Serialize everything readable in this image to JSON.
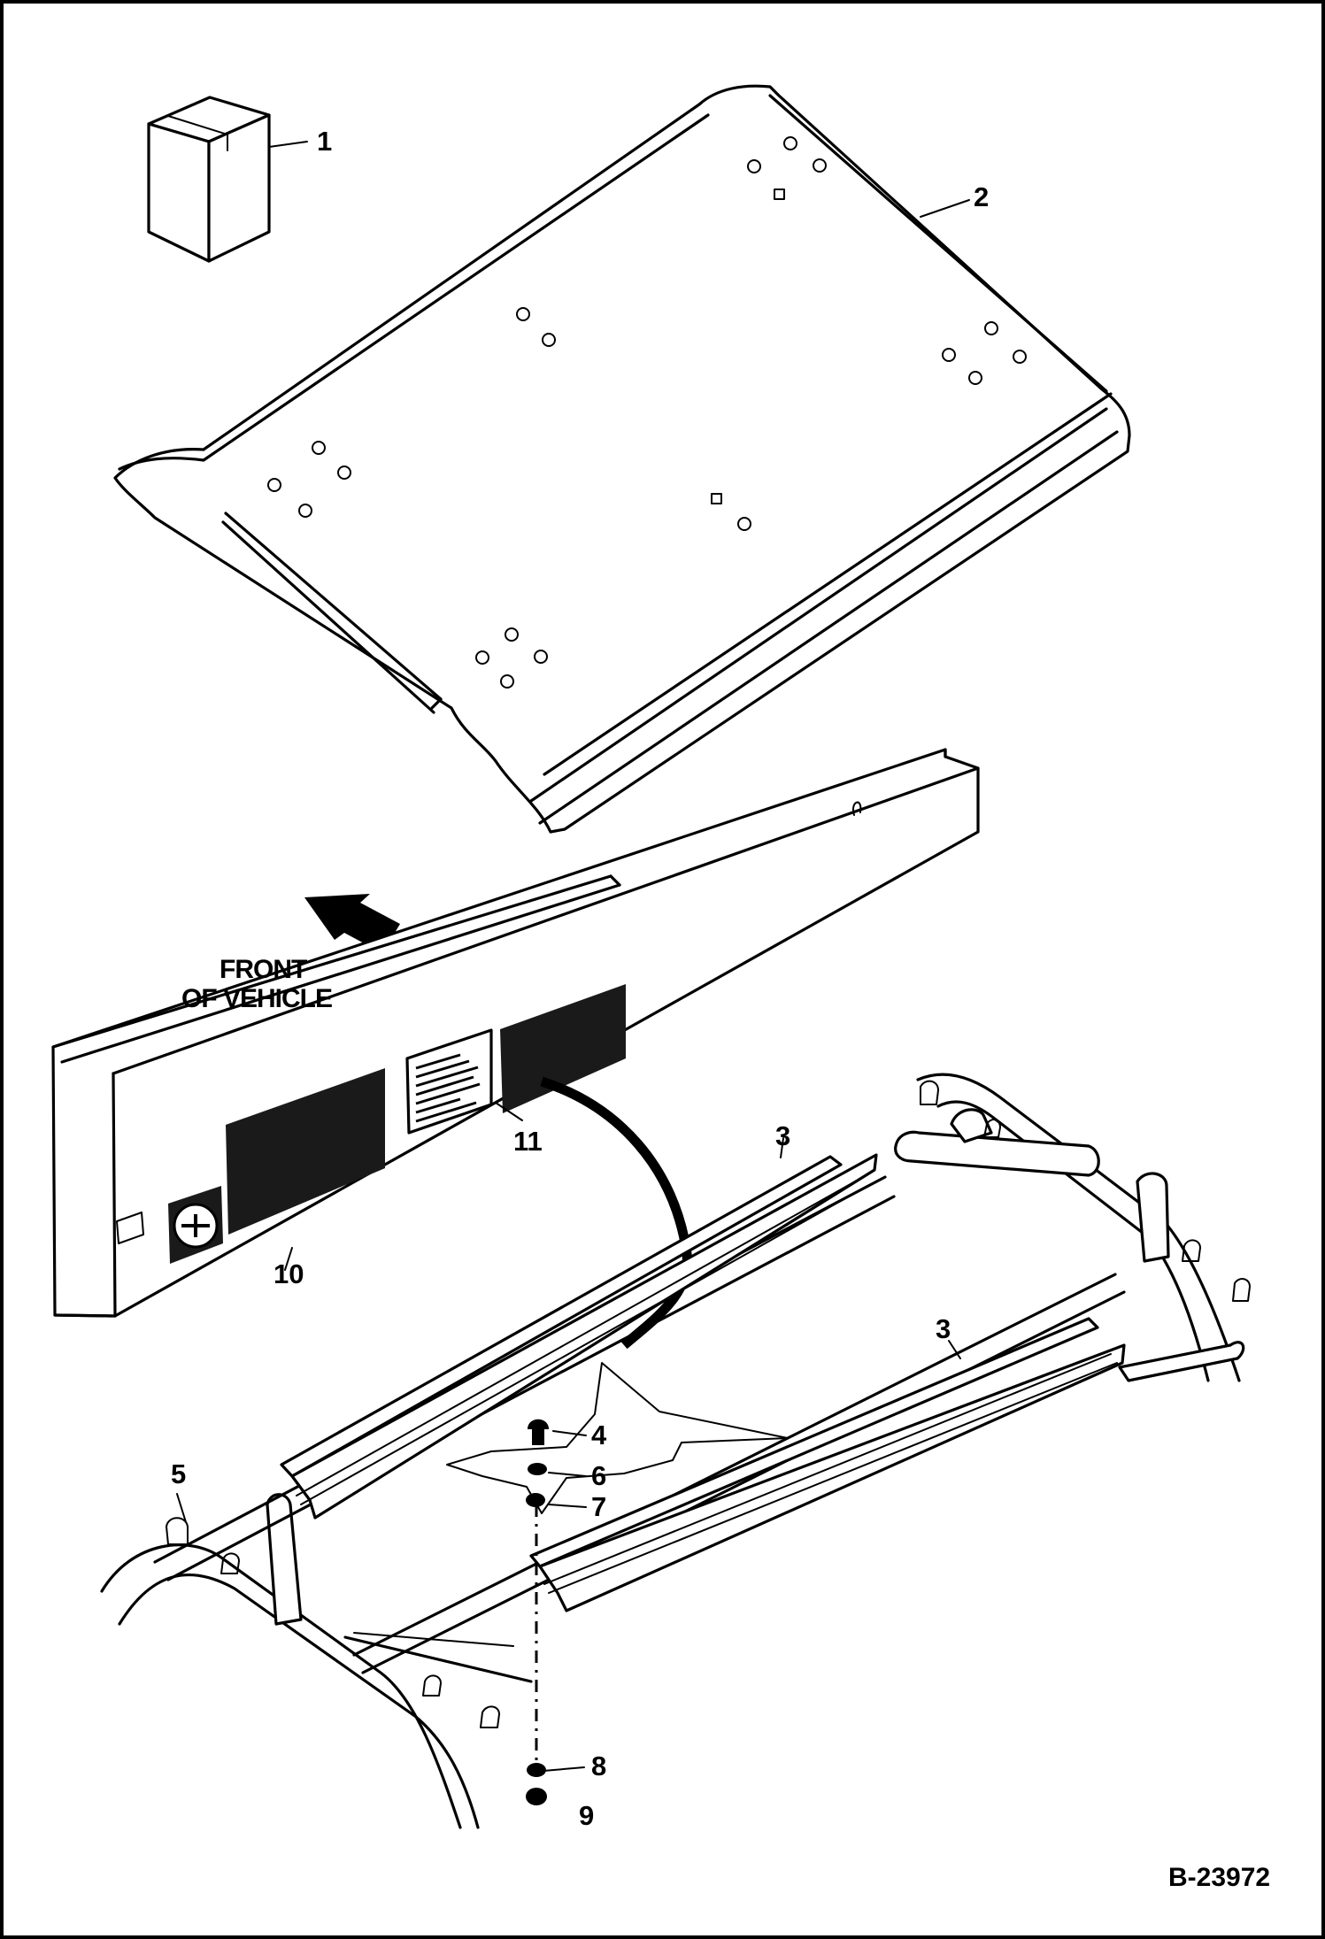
{
  "callouts": [
    {
      "id": "1",
      "label": "1"
    },
    {
      "id": "2",
      "label": "2"
    },
    {
      "id": "3a",
      "label": "3"
    },
    {
      "id": "3b",
      "label": "3"
    },
    {
      "id": "4",
      "label": "4"
    },
    {
      "id": "5",
      "label": "5"
    },
    {
      "id": "6",
      "label": "6"
    },
    {
      "id": "7",
      "label": "7"
    },
    {
      "id": "8",
      "label": "8"
    },
    {
      "id": "9",
      "label": "9"
    },
    {
      "id": "10",
      "label": "10"
    },
    {
      "id": "11",
      "label": "11"
    }
  ],
  "direction_note": {
    "line1": "FRONT",
    "line2": "OF VEHICLE"
  },
  "figure_code": "B-23972",
  "parts_icons": {
    "box": "parts-box-icon",
    "roof": "roof-panel",
    "headliner": "headliner-channel",
    "rails": "mounting-rail",
    "frame": "roll-cage-frame",
    "arrow": "front-arrow-icon"
  }
}
